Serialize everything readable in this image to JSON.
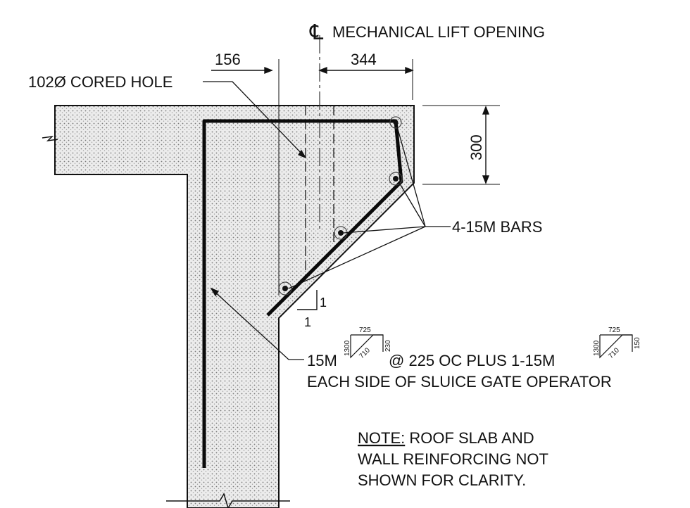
{
  "centerline": {
    "symbol": "℄",
    "label": "MECHANICAL LIFT OPENING"
  },
  "dimensions": {
    "left": "156",
    "right": "344",
    "height": "300"
  },
  "callouts": {
    "cored_hole": "102Ø CORED HOLE",
    "bars": "4-15M BARS",
    "slope": {
      "rise": "1",
      "run": "1"
    }
  },
  "rebar_note": {
    "prefix": "15M",
    "middle": "@ 225 OC PLUS 1-15M",
    "line2": "EACH SIDE OF SLUICE GATE OPERATOR",
    "shape1": {
      "top": "725",
      "left": "1300",
      "diag": "710",
      "right": "230"
    },
    "shape2": {
      "top": "725",
      "left": "1300",
      "diag": "710",
      "right": "150"
    }
  },
  "note": {
    "heading": "NOTE:",
    "line1_rest": " ROOF SLAB AND",
    "line2": "WALL REINFORCING NOT",
    "line3": "SHOWN FOR CLARITY."
  }
}
